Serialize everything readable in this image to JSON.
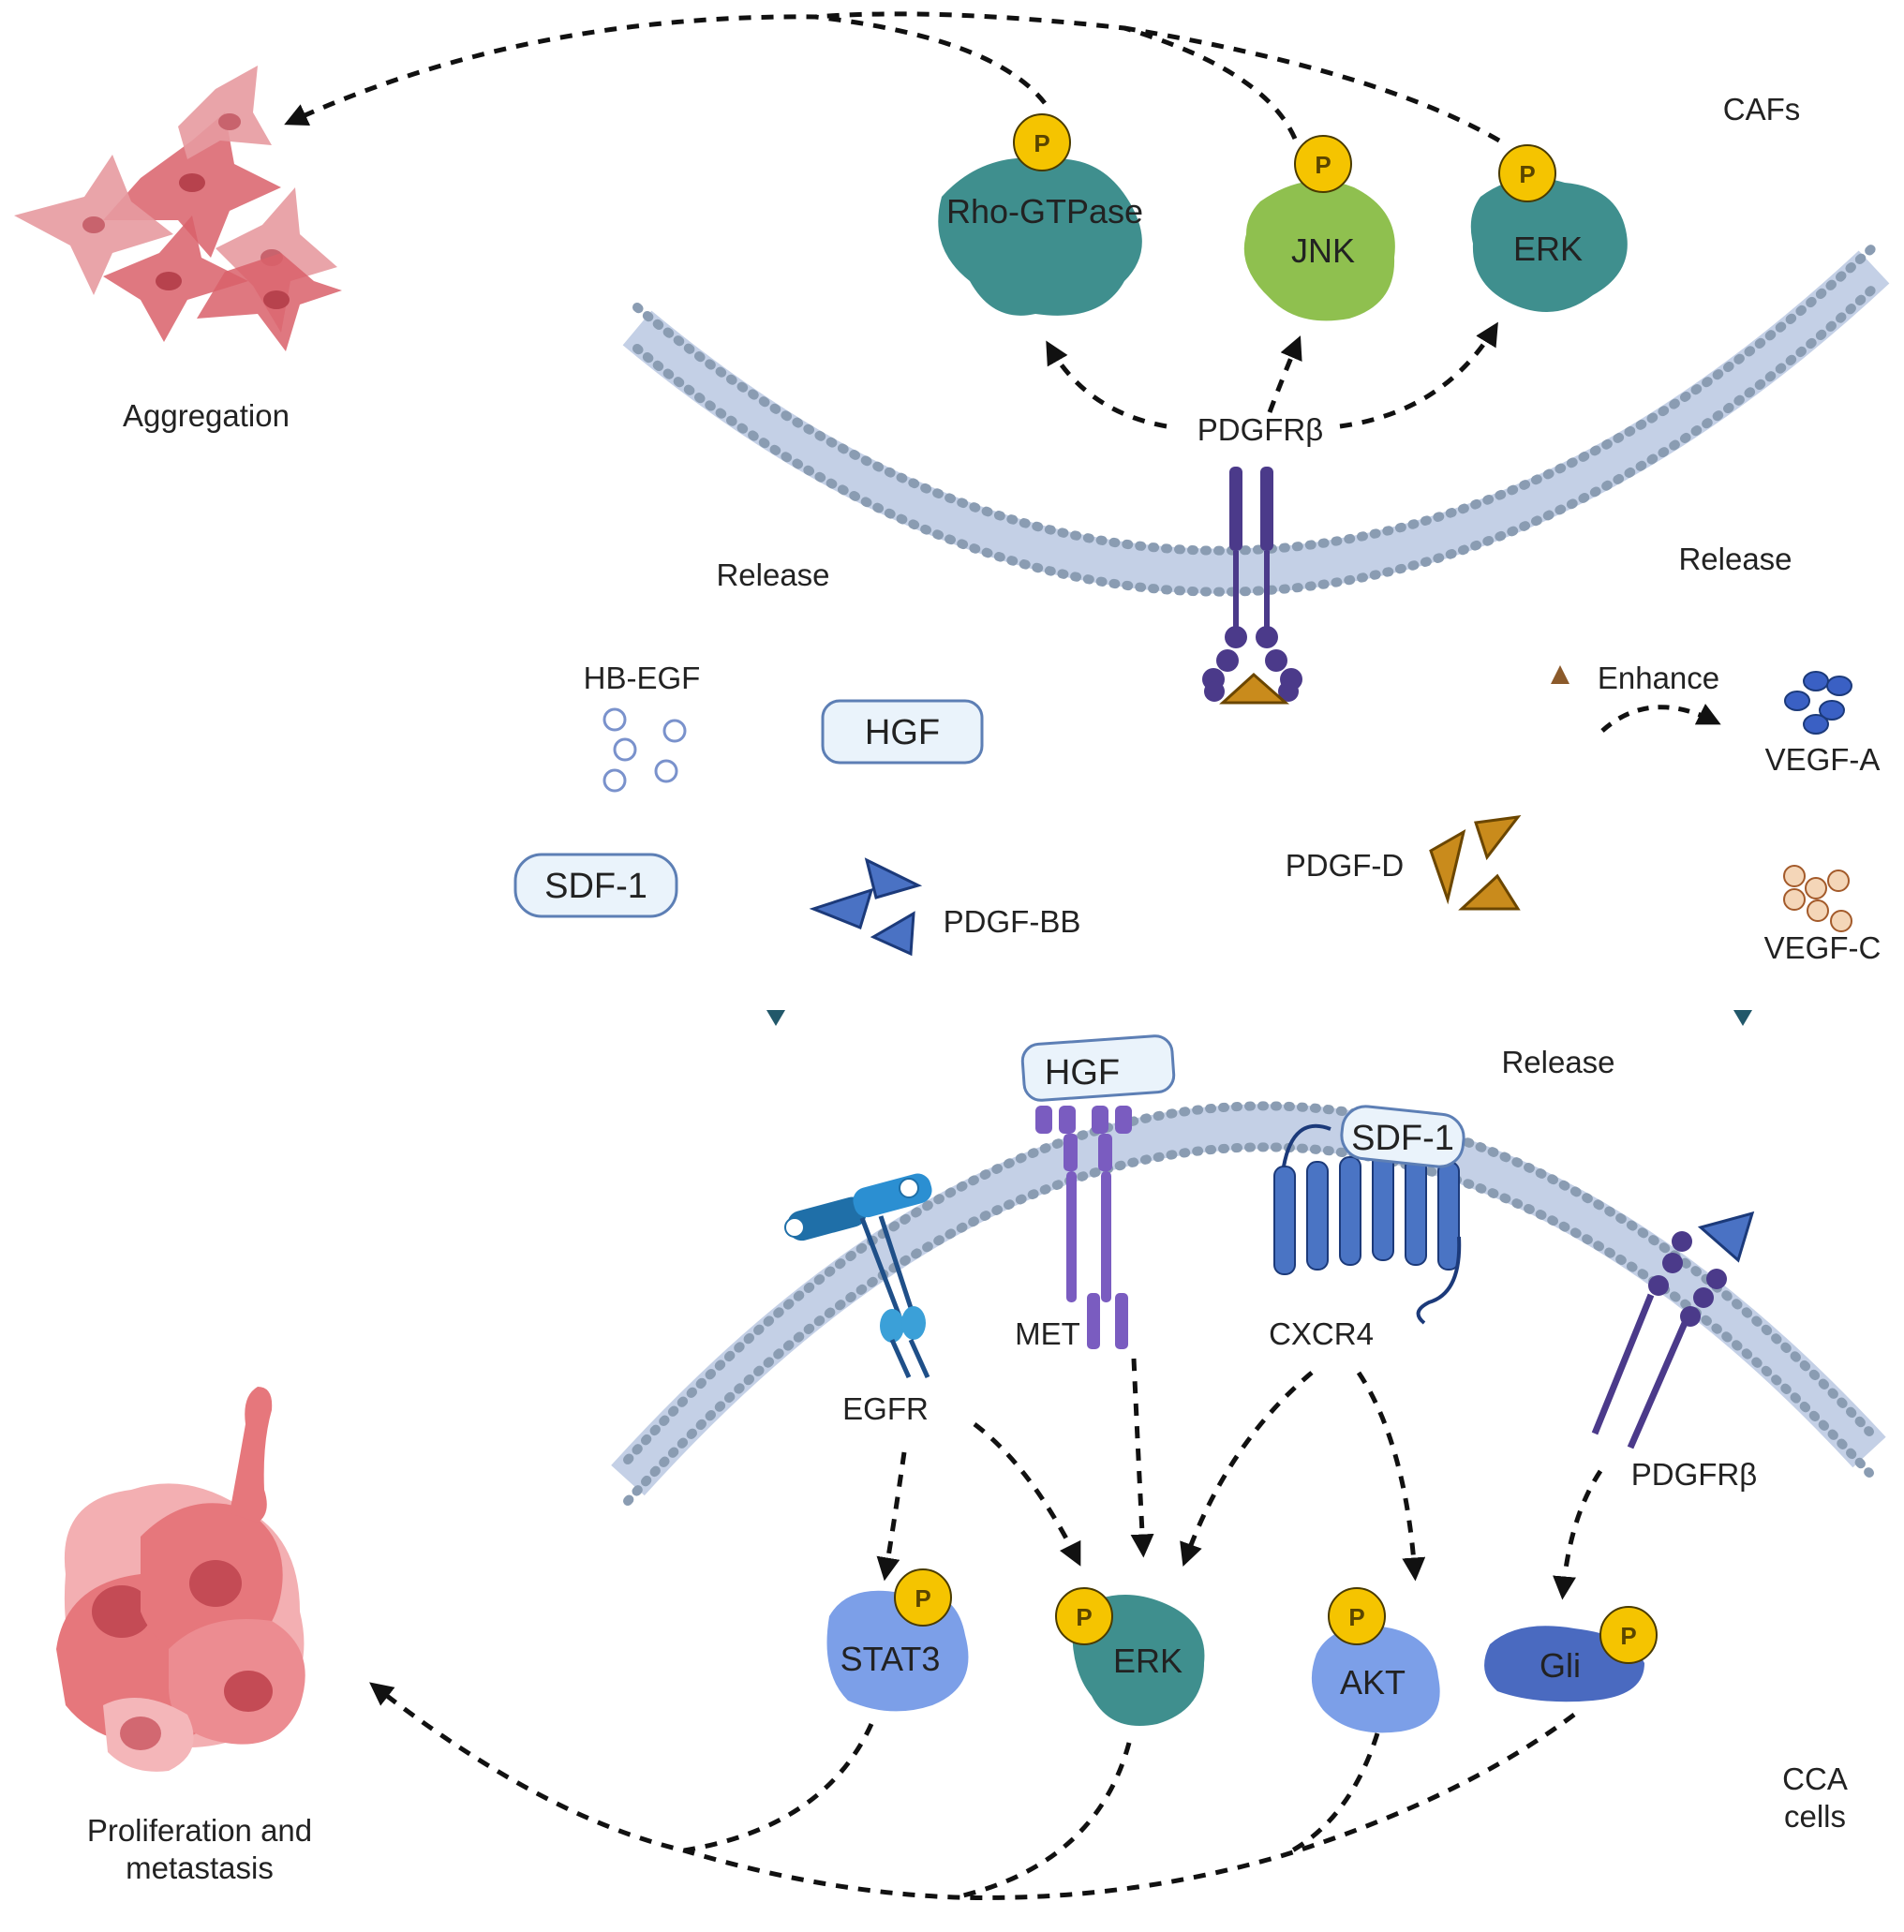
{
  "top_labels": {
    "cafs": "CAFs",
    "aggregation": "Aggregation",
    "pdgfrb_top": "PDGFRβ",
    "release_left": "Release",
    "release_right": "Release",
    "release_bottom": "Release",
    "enhance": "Enhance"
  },
  "top_proteins": {
    "rho": "Rho-GTPase",
    "jnk": "JNK",
    "erk": "ERK",
    "phospho": "P"
  },
  "ligands": {
    "hb_egf": "HB-EGF",
    "hgf": "HGF",
    "sdf1": "SDF-1",
    "pdgf_bb": "PDGF-BB",
    "pdgf_d": "PDGF-D",
    "vegf_a": "VEGF-A",
    "vegf_c": "VEGF-C"
  },
  "receptors": {
    "egfr": "EGFR",
    "met": "MET",
    "met_ligand": "HGF",
    "cxcr4": "CXCR4",
    "cxcr4_ligand": "SDF-1",
    "pdgfrb_bottom": "PDGFRβ"
  },
  "bottom_proteins": {
    "stat3": "STAT3",
    "erk": "ERK",
    "akt": "AKT",
    "gli": "Gli"
  },
  "bottom_labels": {
    "prolif_line1": "Proliferation and",
    "prolif_line2": "metastasis",
    "cca_line1": "CCA",
    "cca_line2": "cells"
  },
  "colors": {
    "membrane_head": "#8a9cb2",
    "membrane_tail": "#b9c6dc",
    "teal_protein": "#3f8f8e",
    "green_protein": "#8fc04f",
    "phospho_fill": "#f5c400",
    "release_arrow": "#22586a",
    "pdgf_d_arrow": "#8b5a2b",
    "receptor_purple": "#4b3a8a",
    "caf_cell": "#d9606a",
    "cca_cell": "#e6777c"
  }
}
